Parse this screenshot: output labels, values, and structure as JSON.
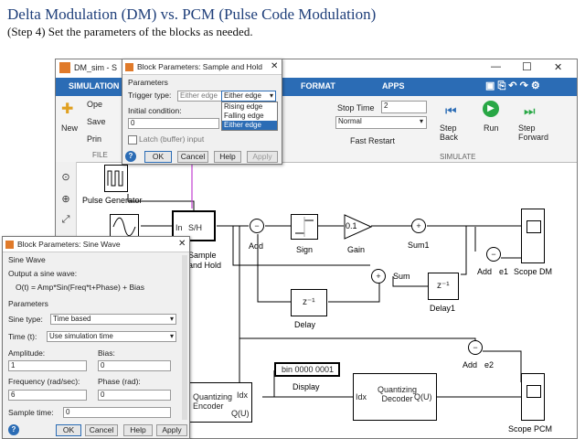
{
  "slide": {
    "title": "Delta Modulation (DM) vs. PCM (Pulse Code Modulation)",
    "subtitle": "(Step 4) Set the parameters of the blocks as needed."
  },
  "window": {
    "title": "DM_sim - S",
    "min": "—",
    "max": "☐",
    "close": "✕"
  },
  "ribbon": {
    "tabs": [
      "SIMULATION",
      "FORMAT",
      "APPS"
    ],
    "file": {
      "new": "New",
      "open": "Ope",
      "save": "Save",
      "print": "Prin",
      "section": "FILE"
    },
    "stop_time_label": "Stop Time",
    "stop_time_value": "2",
    "mode_value": "Normal",
    "fast_restart": "Fast Restart",
    "step_back": "Step\nBack",
    "run": "Run",
    "step_forward": "Step\nForward",
    "simulate_section": "SIMULATE"
  },
  "blocks": {
    "pulse_generator": "Pulse Generator",
    "sample_hold": "Sample\nand Hold",
    "sh_in": "In",
    "sh_label": "S/H",
    "add": "Add",
    "sign": "Sign",
    "gain": "Gain",
    "gain_value": "0.1",
    "sum1": "Sum1",
    "sum": "Sum",
    "delay": "Delay",
    "delay1": "Delay1",
    "delay_sym": "z⁻¹",
    "add1": "Add",
    "e1": "e1",
    "scope_dm": "Scope DM",
    "display": "Display",
    "display_value": "bin 0000 0001",
    "quant_enc": "Quantizing\nEncoder",
    "quant_dec": "Quantizing\nDecoder",
    "idx": "Idx",
    "qu": "Q(U)",
    "add2": "Add",
    "e2": "e2",
    "scope_pcm": "Scope PCM"
  },
  "sh_dialog": {
    "title": "Block Parameters: Sample and Hold",
    "section": "Parameters",
    "trigger_label": "Trigger type:",
    "trigger_value": "Either edge",
    "trigger_options": [
      "Rising edge",
      "Falling edge",
      "Either edge"
    ],
    "initial_label": "Initial condition:",
    "initial_value": "0",
    "latch_label": "Latch (buffer) input",
    "ok": "OK",
    "cancel": "Cancel",
    "help": "Help",
    "apply": "Apply"
  },
  "sine_dialog": {
    "title": "Block Parameters: Sine Wave",
    "block_name": "Sine Wave",
    "desc1": "Output a sine wave:",
    "desc2": "O(t) = Amp*Sin(Freq*t+Phase) + Bias",
    "section": "Parameters",
    "sine_type_label": "Sine type:",
    "sine_type_value": "Time based",
    "time_label": "Time (t):",
    "time_value": "Use simulation time",
    "amplitude_label": "Amplitude:",
    "amplitude_value": "1",
    "bias_label": "Bias:",
    "bias_value": "0",
    "freq_label": "Frequency (rad/sec):",
    "freq_value": "6",
    "phase_label": "Phase (rad):",
    "phase_value": "0",
    "sample_label": "Sample time:",
    "sample_value": "0",
    "ok": "OK",
    "cancel": "Cancel",
    "help": "Help",
    "apply": "Apply"
  },
  "colors": {
    "ribbon_blue": "#2b6cb5",
    "title_blue": "#1f3f7a",
    "arrow_magenta": "#c03fd0"
  }
}
